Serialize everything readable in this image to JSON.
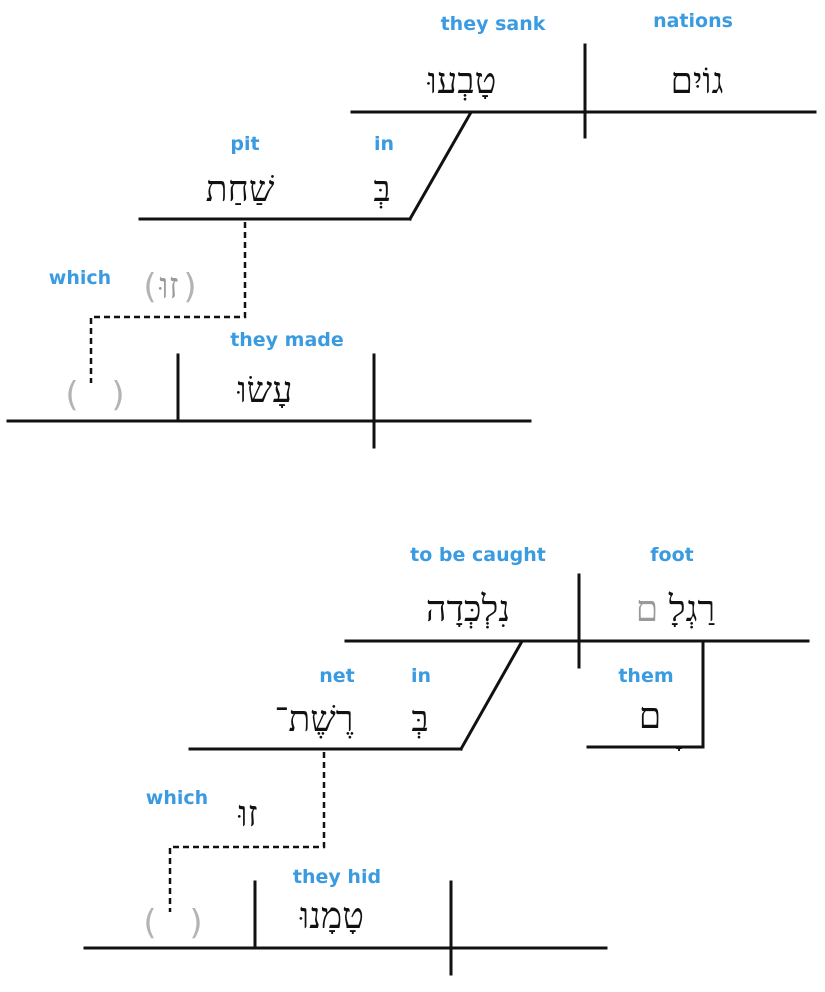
{
  "diagram1": {
    "verb_gloss": "they sank",
    "verb_heb": "טָבְעוּ",
    "subject_gloss": "nations",
    "subject_heb": "גוֹיִם",
    "prep_gloss": "in",
    "prep_heb": "בְּ",
    "object_gloss": "pit",
    "object_heb": "שַׁחַת",
    "rel_gloss": "which",
    "rel_heb": "זוּ",
    "rel_open": "(",
    "rel_close": ")",
    "clause_verb_gloss": "they made",
    "clause_verb_heb": "עָשׂוּ",
    "empty_open": "(",
    "empty_close": ")"
  },
  "diagram2": {
    "verb_gloss": "to be caught",
    "verb_heb": "נִלְכְּדָה",
    "subject_gloss": "foot",
    "subject_heb_main": "רַגְלָ",
    "subject_heb_suffix": "ם",
    "poss_gloss": "them",
    "poss_heb": "ם",
    "poss_mark": "ָ",
    "prep_gloss": "in",
    "prep_heb": "בְּ",
    "object_gloss": "net",
    "object_heb": "רֶשֶׁת־",
    "rel_gloss": "which",
    "rel_heb": "זוּ",
    "clause_verb_gloss": "they hid",
    "clause_verb_heb": "טָמָנוּ",
    "empty_open": "(",
    "empty_close": ")"
  }
}
